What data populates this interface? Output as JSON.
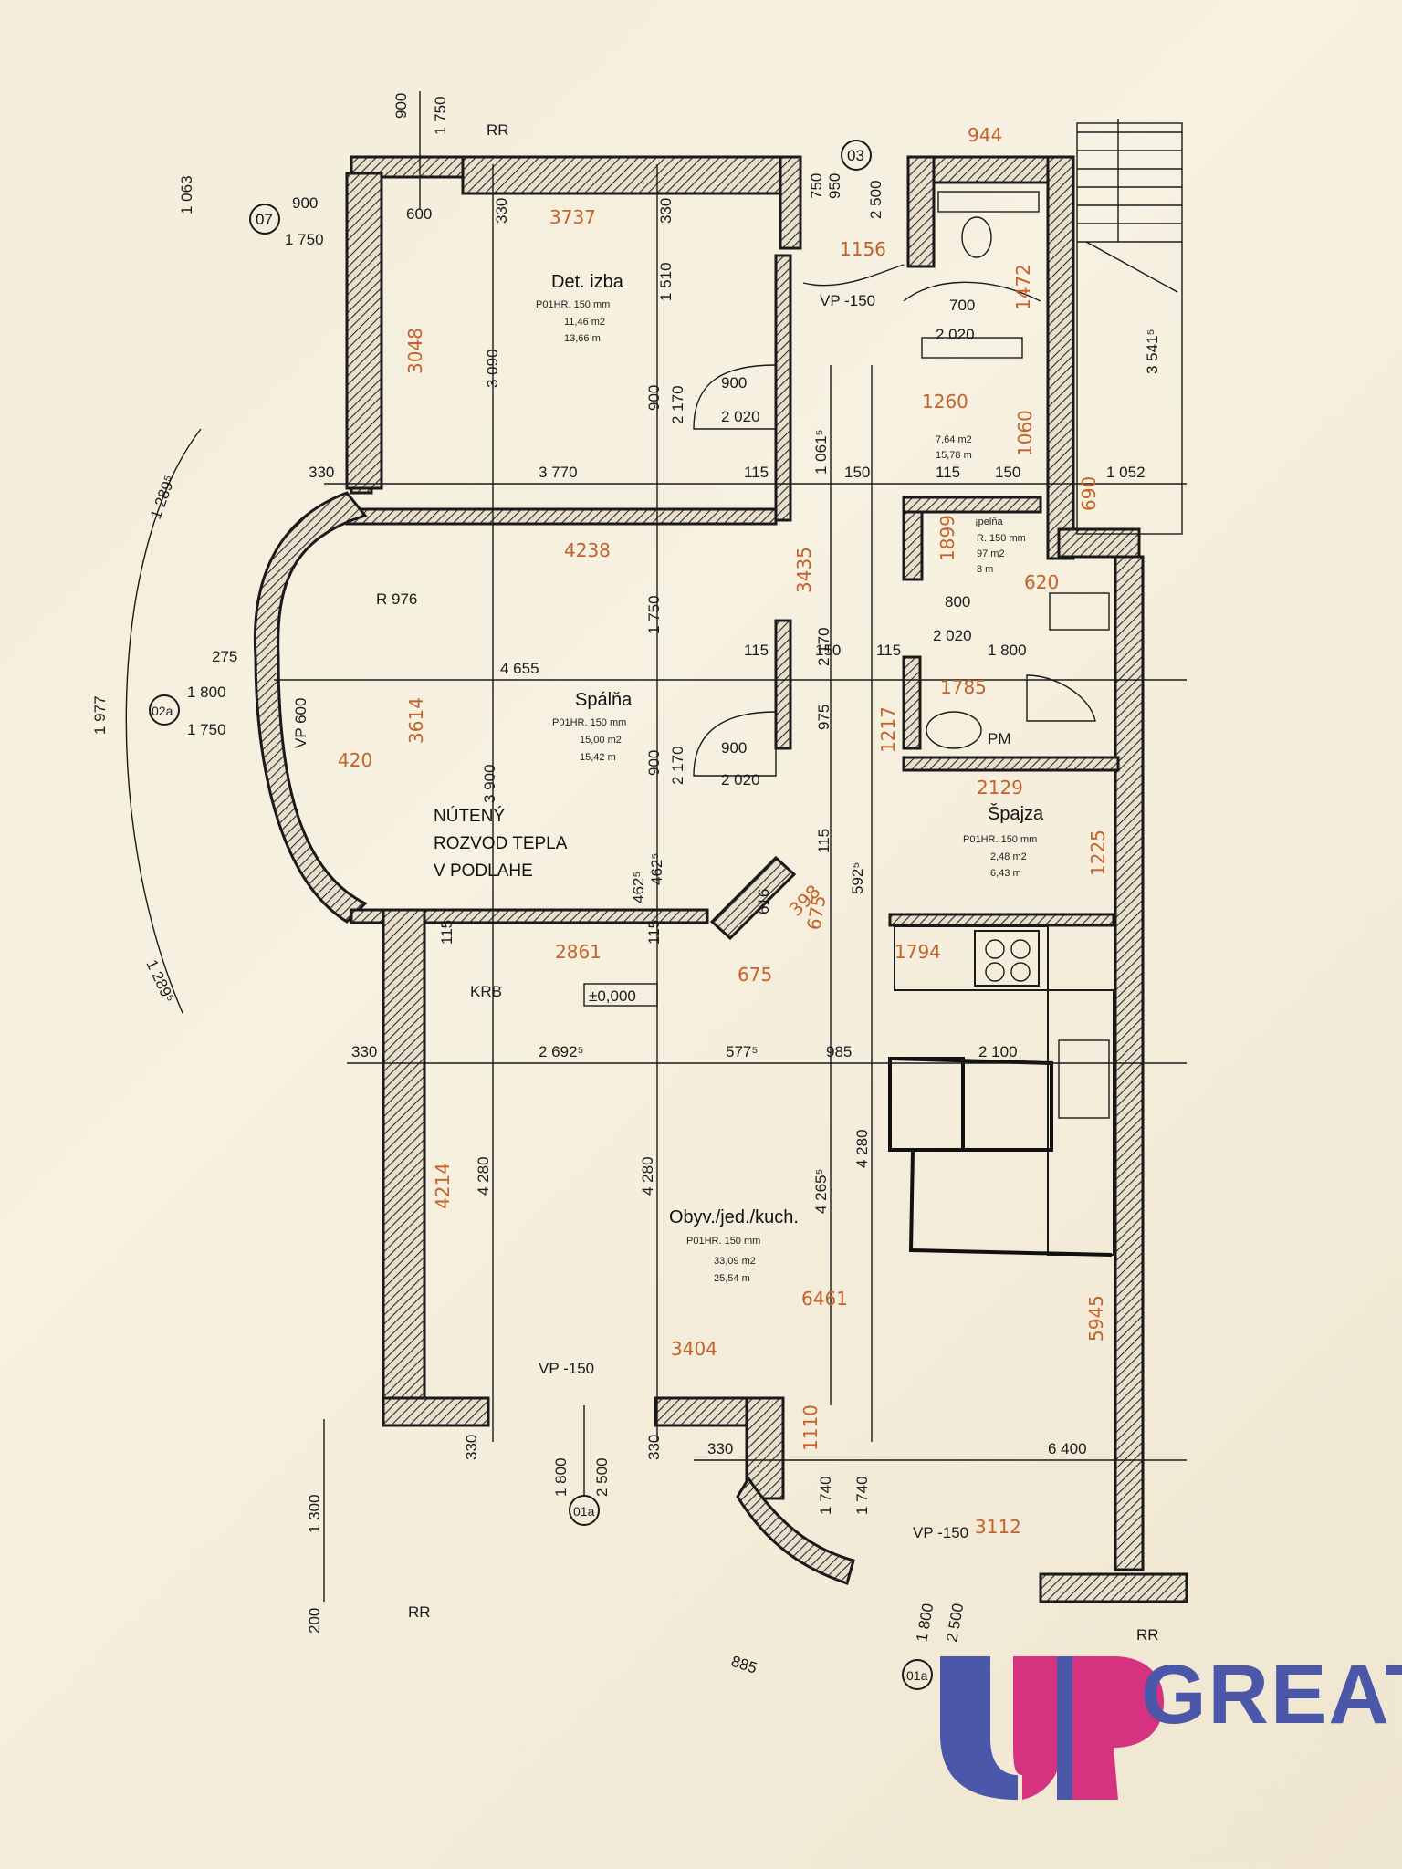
{
  "rooms": {
    "det_izba": {
      "name": "Det. izba",
      "floor": "P01HR. 150 mm",
      "area": "11,46 m2",
      "perimeter": "13,66 m"
    },
    "spalna": {
      "name": "Spálňa",
      "floor": "P01HR. 150 mm",
      "area": "15,00 m2",
      "perimeter": "15,42 m"
    },
    "kupelna": {
      "area": "7,64 m2",
      "perimeter": "15,78 m"
    },
    "pelna": {
      "name": "¡pelňa",
      "floor": "R. 150 mm",
      "area": "97 m2",
      "perimeter": "8 m"
    },
    "spajza": {
      "name": "Špajza",
      "floor": "P01HR. 150 mm",
      "area": "2,48 m2",
      "perimeter": "6,43 m"
    },
    "obyv": {
      "name": "Obyv./jed./kuch.",
      "floor": "P01HR. 150 mm",
      "area": "33,09 m2",
      "perimeter": "25,54 m"
    }
  },
  "notes": {
    "heating": [
      "NÚTENÝ",
      "ROZVOD TEPLA",
      "V PODLAHE"
    ],
    "kozub": "KRB",
    "level": "±0,000",
    "pm": "PM",
    "rr": "RR",
    "vp150": "VP -150",
    "vp600": "VP 600",
    "r976": "R 976"
  },
  "section_tags": [
    "07",
    "03",
    "02a",
    "01a",
    "01a"
  ],
  "dimensions": {
    "d900": "900",
    "d1750": "1 750",
    "d1063": "1 063",
    "d600": "600",
    "d330": "330",
    "d1510": "1 510",
    "d3090": "3 090",
    "d3770": "3 770",
    "d750": "750",
    "d950": "950",
    "d2500": "2 500",
    "d700": "700",
    "d2020": "2 020",
    "d150": "150",
    "d115": "115",
    "d1052": "1 052",
    "d3541": "3 541⁵",
    "d800": "800",
    "d1800": "1 800",
    "d4655": "4 655",
    "d1750v": "1 750",
    "d275": "275",
    "d3900": "3 900",
    "d2170": "2 170",
    "d2170b": "2 170",
    "d1289a": "1 289⁵",
    "d1289b": "1 289⁵",
    "d1977": "1 977",
    "d2692": "2 692⁵",
    "d577": "577⁵",
    "d985": "985",
    "d2100": "2 100",
    "d4280a": "4 280",
    "d4280b": "4 280",
    "d4265": "4 265⁵",
    "d4280c": "4 280",
    "d6400": "6 400",
    "d1300": "1 300",
    "d200": "200",
    "d1800b": "1 800",
    "d2500b": "2 500",
    "d1740a": "1 740",
    "d1740b": "1 740",
    "d885": "885",
    "d1800c": "1 800",
    "d2500c": "2 500",
    "d462a": "462⁵",
    "d462b": "462⁵",
    "d616": "616",
    "d975": "975",
    "d1061": "1 061⁵",
    "d592": "592⁵"
  },
  "handwritten": {
    "h3737": "3737",
    "h3048": "3048",
    "h4238": "4238",
    "h3614": "3614",
    "h420": "420",
    "h944": "944",
    "h1156": "1156",
    "h1472": "1472",
    "h1260": "1260",
    "h1060": "1060",
    "h690": "690",
    "h1899": "1899",
    "h620": "620",
    "h3435": "3435",
    "h1785": "1785",
    "h1217": "1217",
    "h2129": "2129",
    "h1225": "1225",
    "h2861": "2861",
    "h675": "675",
    "h398": "398",
    "h675b": "675",
    "h1794": "1794",
    "h4214": "4214",
    "h6461": "6461",
    "h3404": "3404",
    "h5945": "5945",
    "h1110": "1110",
    "h3112": "3112"
  },
  "logo": {
    "text": "GREAT",
    "colors": [
      "#4b57a8",
      "#d5327f"
    ]
  }
}
